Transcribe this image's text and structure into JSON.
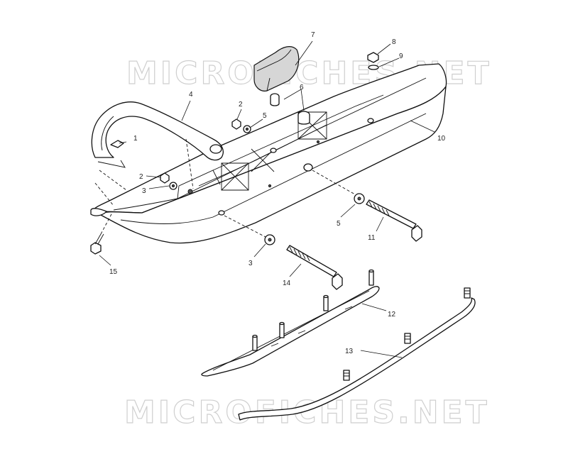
{
  "watermark": {
    "top": "MICROFICHES.NET",
    "bottom": "MICROFICHES.NET"
  },
  "callouts": {
    "c1": "1",
    "c2a": "2",
    "c2b": "2",
    "c3a": "3",
    "c3b": "3",
    "c4": "4",
    "c5a": "5",
    "c5b": "5",
    "c6": "6",
    "c7": "7",
    "c8": "8",
    "c9": "9",
    "c10": "10",
    "c11": "11",
    "c12": "12",
    "c13": "13",
    "c14": "14",
    "c15": "15"
  }
}
